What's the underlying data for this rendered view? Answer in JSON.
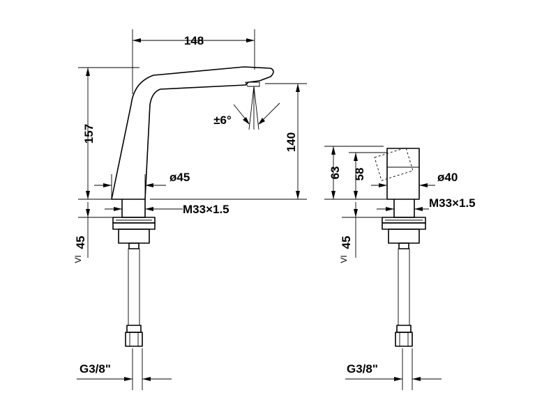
{
  "faucet": {
    "width": "148",
    "height_total": "157",
    "spout_height": "140",
    "angle": "±6°",
    "base_diameter": "ø45",
    "thread": "M33×1.5",
    "deck_thickness": "45",
    "deck_symbol": "VI",
    "connection": "G3/8\""
  },
  "handle": {
    "height_total": "63",
    "height_body": "58",
    "diameter": "ø40",
    "thread": "M33×1.5",
    "deck_thickness": "45",
    "deck_symbol": "VI",
    "connection": "G3/8\""
  }
}
